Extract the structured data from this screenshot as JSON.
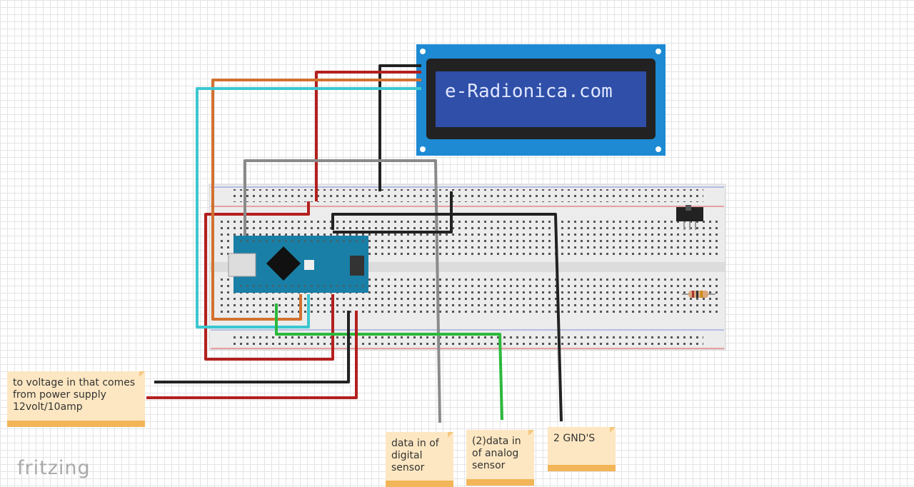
{
  "lcd": {
    "display_text": "e-Radionica.com"
  },
  "notes": [
    {
      "text": "to voltage in that comes from power supply 12volt/10amp"
    },
    {
      "text": "data in of digital sensor"
    },
    {
      "text": "(2)data in of analog sensor"
    },
    {
      "text": "2 GND'S"
    }
  ],
  "logo": {
    "text": "fritzing"
  },
  "colors": {
    "lcd_board": "#1d8ad3",
    "lcd_screen": "#2f4fa8",
    "arduino": "#1a7fa6",
    "breadboard": "#ececec"
  }
}
